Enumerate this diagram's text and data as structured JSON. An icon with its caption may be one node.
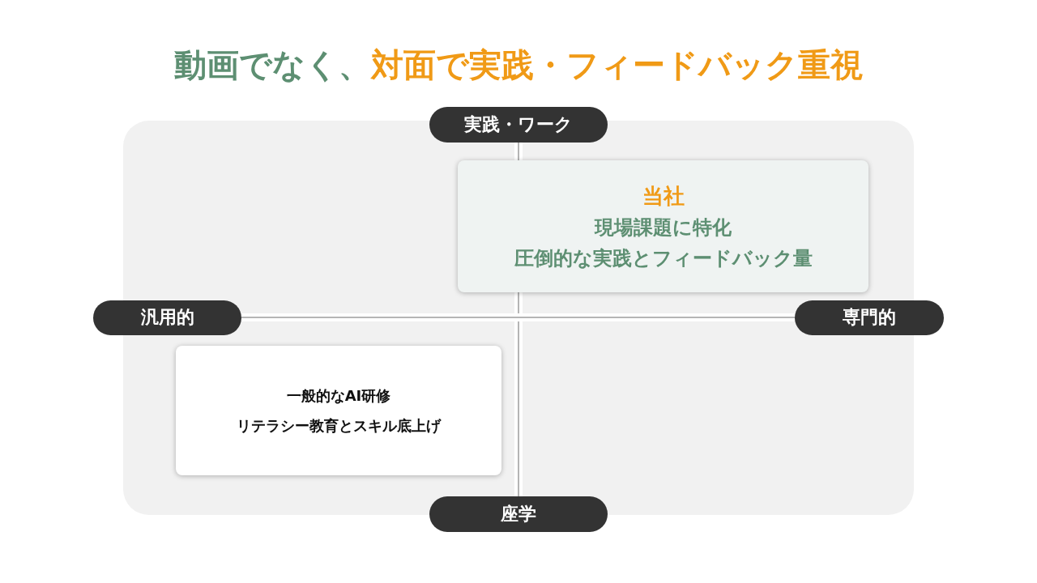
{
  "diagram": {
    "title": "動画でなく、**対面で実践・フィードバック重視**",
    "nodes": [
      {
        "text": [],
        "shape": "box"
      },
      {
        "text": [
          "実践・ワーク"
        ]
      },
      {
        "text": [
          "当社",
          "現場課題に特化",
          "圧倒的な実践とフィードバック量"
        ],
        "in": 0
      },
      {
        "text": [
          "汎用的"
        ]
      },
      {
        "text": [
          "専門的"
        ]
      },
      {
        "text": [
          "一般的なAI研修",
          "リテラシー教育とスキル底上げ"
        ],
        "in": 0
      },
      {
        "text": [
          "座学"
        ]
      }
    ]
  }
}
